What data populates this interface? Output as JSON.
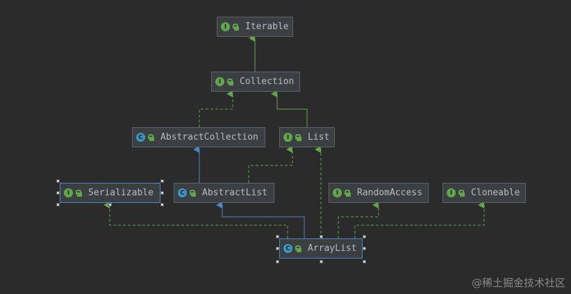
{
  "nodes": {
    "iterable": {
      "label": "Iterable",
      "kind": "I",
      "icon": "interface-icon"
    },
    "collection": {
      "label": "Collection",
      "kind": "I",
      "icon": "interface-icon"
    },
    "abstract_collection": {
      "label": "AbstractCollection",
      "kind": "C",
      "icon": "abstract-class-icon"
    },
    "list": {
      "label": "List",
      "kind": "I",
      "icon": "interface-icon"
    },
    "serializable": {
      "label": "Serializable",
      "kind": "I",
      "icon": "interface-icon"
    },
    "abstract_list": {
      "label": "AbstractList",
      "kind": "C",
      "icon": "abstract-class-icon"
    },
    "random_access": {
      "label": "RandomAccess",
      "kind": "I",
      "icon": "interface-icon"
    },
    "cloneable": {
      "label": "Cloneable",
      "kind": "I",
      "icon": "interface-icon"
    },
    "array_list": {
      "label": "ArrayList",
      "kind": "C",
      "icon": "class-icon"
    }
  },
  "colors": {
    "background": "#2b2b2b",
    "node_fill": "#3c3f41",
    "interface_arrow": "#62a84b",
    "extends_arrow": "#4a88c7",
    "selection": "#4a88c7"
  },
  "watermark": "@稀土掘金技术社区"
}
